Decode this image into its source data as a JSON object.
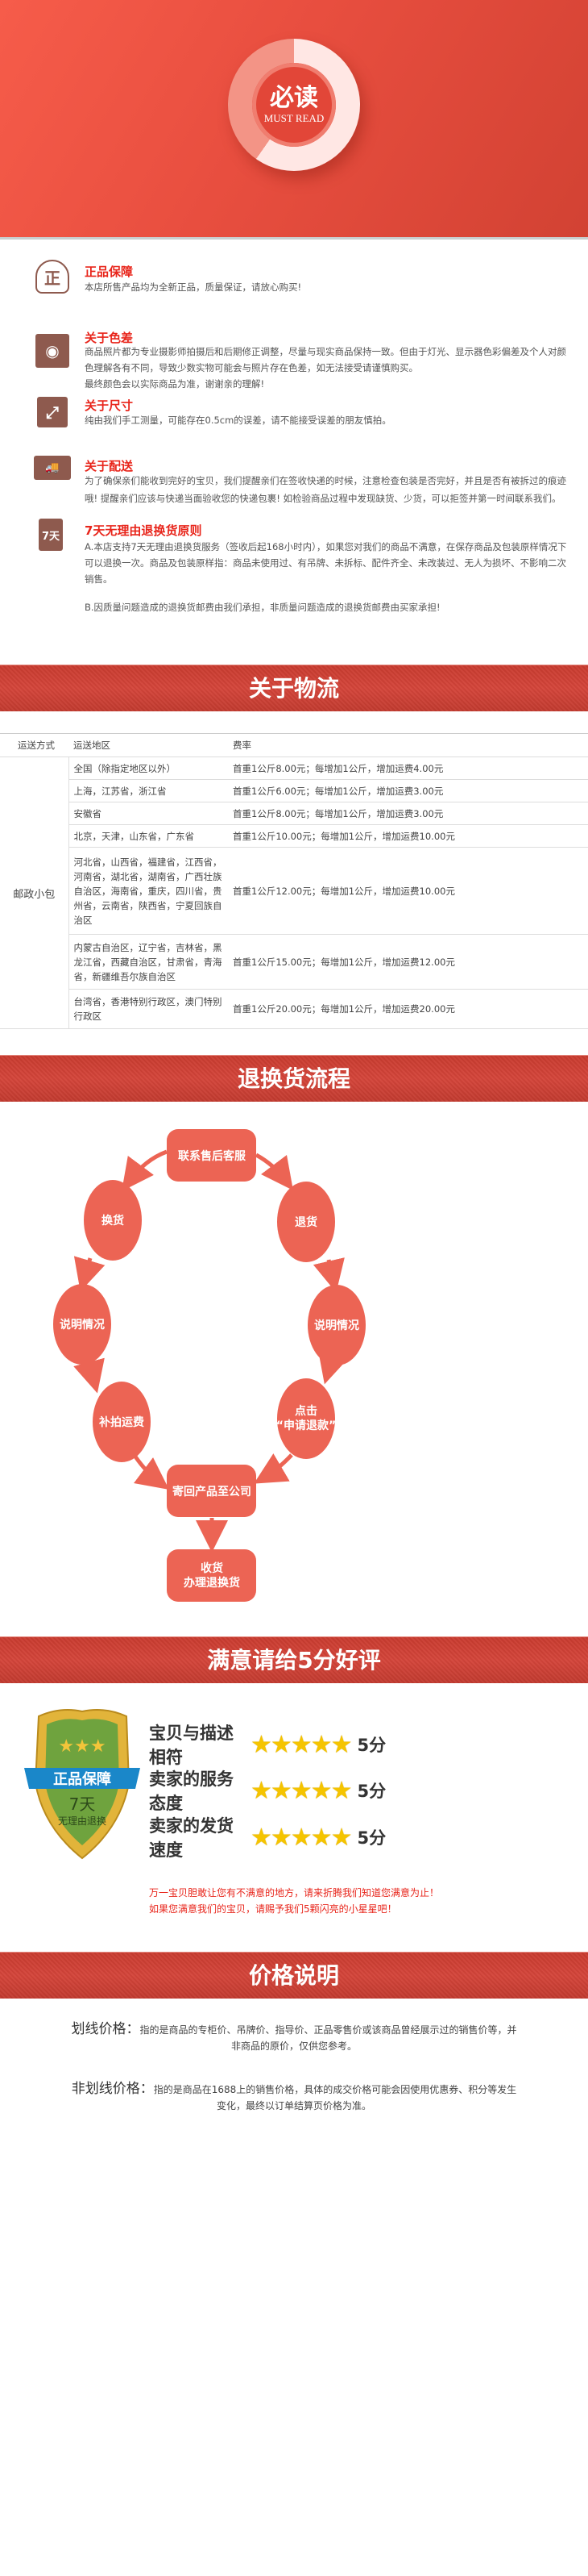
{
  "hero": {
    "title_cn": "必读",
    "title_en": "MUST READ"
  },
  "info": [
    {
      "icon": "hands-icon",
      "glyph": "正",
      "title": "正品保障",
      "lines": [
        "本店所售产品均为全新正品，质量保证，请放心购买!"
      ]
    },
    {
      "icon": "camera-icon",
      "glyph": "◉",
      "title": "关于色差",
      "lines": [
        "商品照片都为专业摄影师拍摄后和后期修正调整，尽量与现实商品保持一致。但由于灯光、显示器色彩偏差及个人对颜色理解各有不同，导致少数实物可能会与照片存在色差，如无法接受请谨慎购买。",
        "最终颜色会以实际商品为准，谢谢亲的理解!"
      ]
    },
    {
      "icon": "resize-arrow-icon",
      "glyph": "⤢",
      "title": "关于尺寸",
      "lines": [
        "纯由我们手工测量，可能存在0.5cm的误差，请不能接受误差的朋友慎拍。"
      ]
    },
    {
      "icon": "truck-icon",
      "glyph": "🚚",
      "title": "关于配送",
      "lines": [
        "为了确保亲们能收到完好的宝贝，我们提醒亲们在签收快递的时候，注意检查包装是否完好，并且是否有被拆过的痕迹哦! 提醒亲们应该与快递当面验收您的快递包裹! 如检验商品过程中发现缺货、少货，可以拒签并第一时间联系我们。"
      ]
    },
    {
      "icon": "seven-days-icon",
      "glyph": "7天",
      "title": "7天无理由退换货原则",
      "lines": [
        "A.本店支持7天无理由退换货服务（签收后起168小时内），如果您对我们的商品不满意，在保存商品及包装原样情况下可以退换一次。商品及包装原样指：商品未使用过、有吊牌、未拆标、配件齐全、未改装过、无人为损坏、不影响二次销售。",
        "B.因质量问题造成的退换货邮费由我们承担，非质量问题造成的退换货邮费由买家承担!"
      ]
    }
  ],
  "logistics": {
    "banner": "关于物流",
    "headers": [
      "运送方式",
      "运送地区",
      "费率"
    ],
    "method": "邮政小包",
    "rows": [
      {
        "region": "全国（除指定地区以外）",
        "fee": "首重1公斤8.00元；每增加1公斤，增加运费4.00元"
      },
      {
        "region": "上海，江苏省，浙江省",
        "fee": "首重1公斤6.00元；每增加1公斤，增加运费3.00元"
      },
      {
        "region": "安徽省",
        "fee": "首重1公斤8.00元；每增加1公斤，增加运费3.00元"
      },
      {
        "region": "北京，天津，山东省，广东省",
        "fee": "首重1公斤10.00元；每增加1公斤，增加运费10.00元"
      },
      {
        "region": "河北省，山西省，福建省，江西省，河南省，湖北省，湖南省，广西壮族自治区，海南省，重庆，四川省，贵州省，云南省，陕西省，宁夏回族自治区",
        "fee": "首重1公斤12.00元；每增加1公斤，增加运费10.00元"
      },
      {
        "region": "内蒙古自治区，辽宁省，吉林省，黑龙江省，西藏自治区，甘肃省，青海省，新疆维吾尔族自治区",
        "fee": "首重1公斤15.00元；每增加1公斤，增加运费12.00元"
      },
      {
        "region": "台湾省，香港特别行政区，澳门特别行政区",
        "fee": "首重1公斤20.00元；每增加1公斤，增加运费20.00元"
      }
    ]
  },
  "returns": {
    "banner": "退换货流程",
    "start": "联系售后客服",
    "left": [
      "换货",
      "说明情况",
      "补拍运费"
    ],
    "right": [
      "退货",
      "说明情况",
      "点击",
      "“申请退款”"
    ],
    "merge": "寄回产品至公司",
    "end": [
      "收货",
      "办理退换货"
    ]
  },
  "rating": {
    "banner": "满意请给5分好评",
    "badge": {
      "top": "正品保障",
      "days": "7天",
      "sub": "无理由退换"
    },
    "items": [
      {
        "label": "宝贝与描述相符",
        "stars": 5,
        "score": "5分"
      },
      {
        "label": "卖家的服务态度",
        "stars": 5,
        "score": "5分"
      },
      {
        "label": "卖家的发货速度",
        "stars": 5,
        "score": "5分"
      }
    ],
    "notes": [
      "万一宝贝胆敢让您有不满意的地方，请来折腾我们知道您满意为止！",
      "如果您满意我们的宝贝，请赐予我们5颗闪亮的小星星吧！"
    ]
  },
  "price": {
    "banner": "价格说明",
    "items": [
      {
        "label": "划线价格：",
        "text": "指的是商品的专柜价、吊牌价、指导价、正品零售价或该商品曾经展示过的销售价等，并非商品的原价，仅供您参考。"
      },
      {
        "label": "非划线价格：",
        "text": "指的是商品在1688上的销售价格，具体的成交价格可能会因使用优惠券、积分等发生变化，最终以订单结算页价格为准。"
      }
    ]
  },
  "colors": {
    "brand_red": "#d4453a",
    "flow": "#ec6454",
    "title_red": "#e8251b",
    "icon_brown": "#8e5a4e"
  }
}
